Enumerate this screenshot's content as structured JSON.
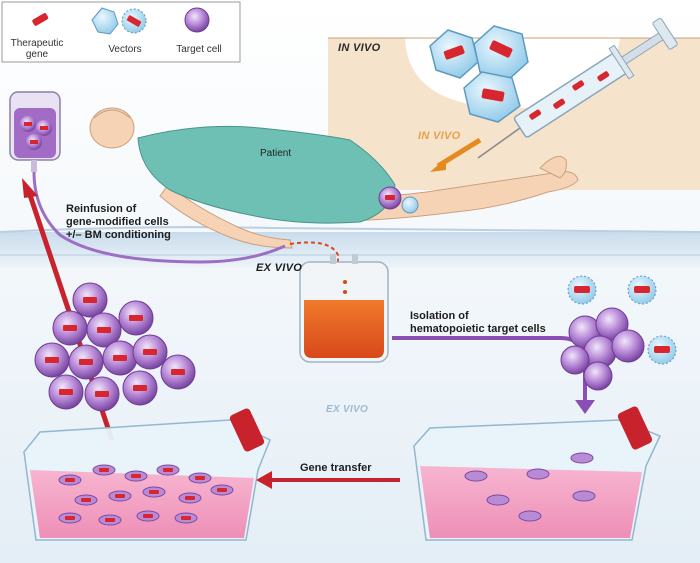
{
  "legend": {
    "therapeutic_gene": "Therapeutic\ngene",
    "vectors": "Vectors",
    "target_cell": "Target cell"
  },
  "labels": {
    "in_vivo_banner": "IN VIVO",
    "in_vivo_arrow": "IN VIVO",
    "patient": "Patient",
    "reinfusion": "Reinfusion of\ngene-modified cells\n+/– BM conditioning",
    "ex_vivo_top": "EX VIVO",
    "ex_vivo_middle": "EX VIVO",
    "isolation": "Isolation of\nhematopoietic target cells",
    "gene_transfer": "Gene transfer"
  },
  "colors": {
    "therapeutic_gene": "#d8262f",
    "vector": "#9fd3ee",
    "target_cell": "#9a5cc0",
    "flask_medium": "#f4a3c4",
    "arrow_red": "#c8232c",
    "arrow_purple": "#8a4fb5",
    "arrow_orange": "#e58a1f",
    "in_vivo_panel": "#f6e3cc",
    "ex_vivo_band": "#dbe9f4"
  },
  "icons": [
    "therapeutic-gene-icon",
    "vector-icon",
    "target-cell-icon",
    "syringe-icon",
    "iv-bag-icon",
    "blood-bag-icon",
    "culture-flask-icon"
  ]
}
